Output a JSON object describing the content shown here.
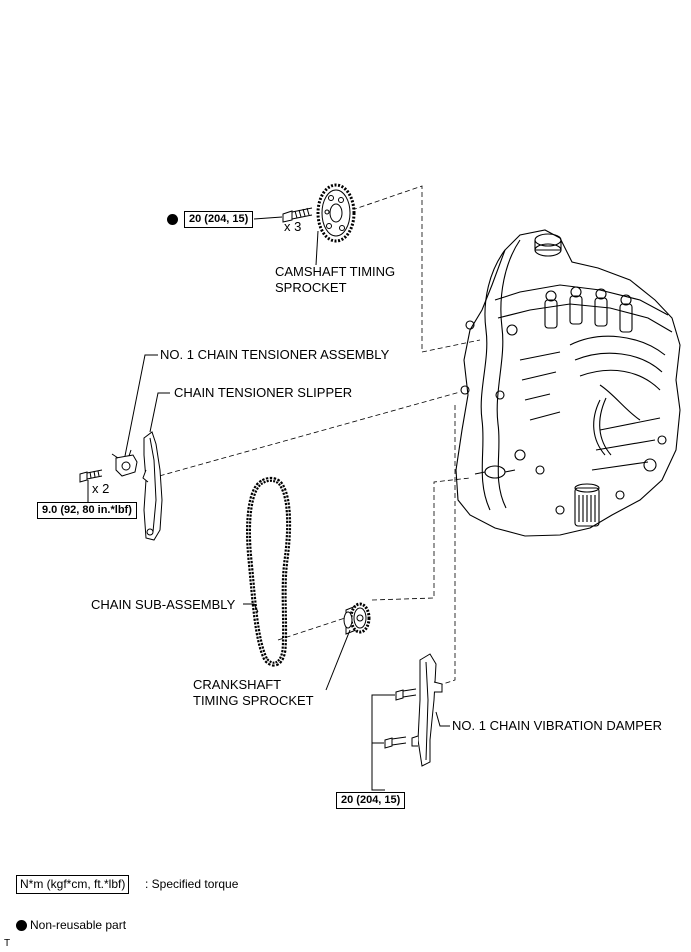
{
  "labels": {
    "camshaft_sprocket": [
      "CAMSHAFT TIMING",
      "SPROCKET"
    ],
    "tensioner_assembly": "NO. 1 CHAIN TENSIONER ASSEMBLY",
    "tensioner_slipper": "CHAIN TENSIONER SLIPPER",
    "chain": "CHAIN SUB-ASSEMBLY",
    "crankshaft_sprocket": [
      "CRANKSHAFT",
      "TIMING SPROCKET"
    ],
    "vibration_damper": "NO. 1 CHAIN VIBRATION DAMPER"
  },
  "torques": {
    "camshaft_bolt": "20 (204, 15)",
    "tensioner_bolt": "9.0 (92, 80 in.*lbf)",
    "damper_bolt": "20 (204, 15)"
  },
  "quantities": {
    "camshaft_bolt": "x 3",
    "tensioner_bolt": "x 2"
  },
  "legend": {
    "torque_box": "N*m (kgf*cm, ft.*lbf)",
    "torque_desc": ": Specified torque",
    "nonreusable_desc": "Non-reusable part"
  },
  "footer_mark": "T"
}
